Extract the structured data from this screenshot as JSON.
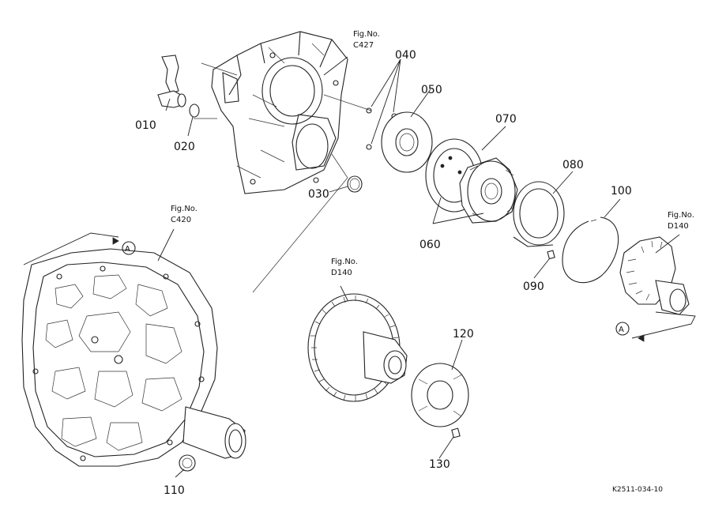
{
  "fig_refs": {
    "c427": {
      "title": "Fig.No.",
      "num": "C427"
    },
    "c420": {
      "title": "Fig.No.",
      "num": "C420"
    },
    "d140_left": {
      "title": "Fig.No.",
      "num": "D140"
    },
    "d140_right": {
      "title": "Fig.No.",
      "num": "D140"
    }
  },
  "parts": {
    "p010": "010",
    "p020": "020",
    "p030": "030",
    "p040": "040",
    "p050": "050",
    "p060": "060",
    "p070": "070",
    "p080": "080",
    "p090": "090",
    "p100": "100",
    "p110": "110",
    "p120": "120",
    "p130": "130"
  },
  "ref_marks": {
    "a_left": "A",
    "a_right": "A"
  },
  "drawing_code": "K2511-034-10"
}
